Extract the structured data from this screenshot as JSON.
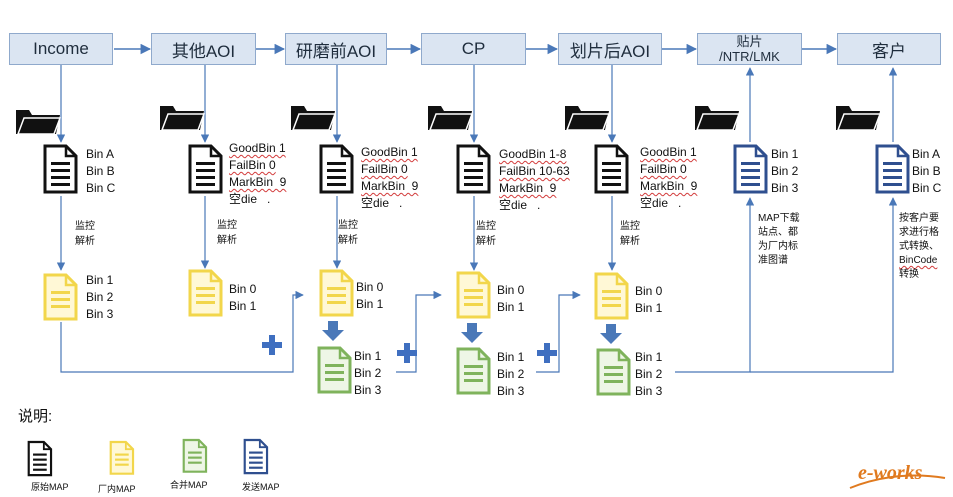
{
  "stages": [
    {
      "label": "Income"
    },
    {
      "label": "其他AOI"
    },
    {
      "label": "研磨前AOI"
    },
    {
      "label": "CP"
    },
    {
      "label": "划片后AOI"
    },
    {
      "label_line1": "贴片",
      "label_line2": "/NTR/LMK"
    },
    {
      "label": "客户"
    }
  ],
  "raw_maps": {
    "income": [
      "Bin A",
      "Bin B",
      "Bin C"
    ],
    "other_aoi": [
      "GoodBin 1",
      "FailBin 0",
      "MarkBin  9",
      "空die   ."
    ],
    "pre_grind_aoi": [
      "GoodBin 1",
      "FailBin 0",
      "MarkBin  9",
      "空die   ."
    ],
    "cp": [
      "GoodBin 1-8",
      "FailBin 10-63",
      "MarkBin  9",
      "空die   ."
    ],
    "post_dicing_aoi": [
      "GoodBin 1",
      "FailBin 0",
      "MarkBin  9",
      "空die   ."
    ],
    "mount_send": [
      "Bin 1",
      "Bin 2",
      "Bin 3"
    ],
    "customer": [
      "Bin A",
      "Bin B",
      "Bin C"
    ]
  },
  "annotations": {
    "monitor_parse": [
      "监控",
      "解析"
    ],
    "map_download": [
      "MAP下载",
      "站点、都",
      "为厂内标",
      "准图谱"
    ],
    "customer_convert": [
      "按客户要",
      "求进行格",
      "式转换、",
      "BinCode",
      "转换"
    ]
  },
  "internal_maps": {
    "income": [
      "Bin 1",
      "Bin 2",
      "Bin 3"
    ],
    "other_aoi": [
      "Bin 0",
      "Bin 1"
    ],
    "pre_grind_aoi": [
      "Bin 0",
      "Bin 1"
    ],
    "cp": [
      "Bin 0",
      "Bin 1"
    ],
    "post_dicing_aoi": [
      "Bin 0",
      "Bin 1"
    ]
  },
  "merged_maps": {
    "pre_grind_aoi": [
      "Bin 1",
      "Bin 2",
      "Bin 3"
    ],
    "cp": [
      "Bin 1",
      "Bin 2",
      "Bin 3"
    ],
    "post_dicing_aoi": [
      "Bin 1",
      "Bin 2",
      "Bin 3"
    ]
  },
  "legend": {
    "title": "说明:",
    "items": [
      {
        "label": "原始MAP"
      },
      {
        "label": "厂内MAP"
      },
      {
        "label": "合并MAP"
      },
      {
        "label": "发送MAP"
      }
    ]
  },
  "colors": {
    "stage_fill": "#dbe5f2",
    "arrow": "#4a78b8",
    "raw_doc": "#111111",
    "internal_doc": "#f2d64b",
    "merged_doc": "#7fb35c",
    "send_doc": "#2f4f8f",
    "plus": "#3f6fc0"
  },
  "watermark": "e-works"
}
